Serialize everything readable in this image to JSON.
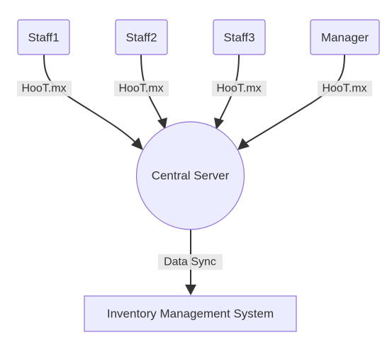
{
  "nodes": {
    "staff1": "Staff1",
    "staff2": "Staff2",
    "staff3": "Staff3",
    "manager": "Manager",
    "server": "Central Server",
    "inventory": "Inventory Management System"
  },
  "edges": {
    "staff1_to_server": "HooT.mx",
    "staff2_to_server": "HooT.mx",
    "staff3_to_server": "HooT.mx",
    "manager_to_server": "HooT.mx",
    "server_to_inventory": "Data Sync"
  },
  "colors": {
    "node_fill": "#ECECFF",
    "node_stroke": "#9370DB",
    "edge": "#333333",
    "edge_label_bg": "#e8e8e8"
  }
}
